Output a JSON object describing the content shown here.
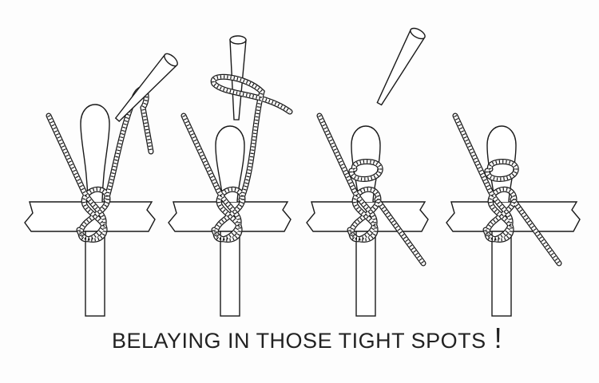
{
  "caption": "BELAYING IN THOSE TIGHT SPOTS",
  "caption_mark": "!",
  "panels": [
    "step-1",
    "step-2",
    "step-3",
    "step-4"
  ],
  "colors": {
    "ink": "#1a1a1a",
    "paper": "#fdfdfd"
  }
}
